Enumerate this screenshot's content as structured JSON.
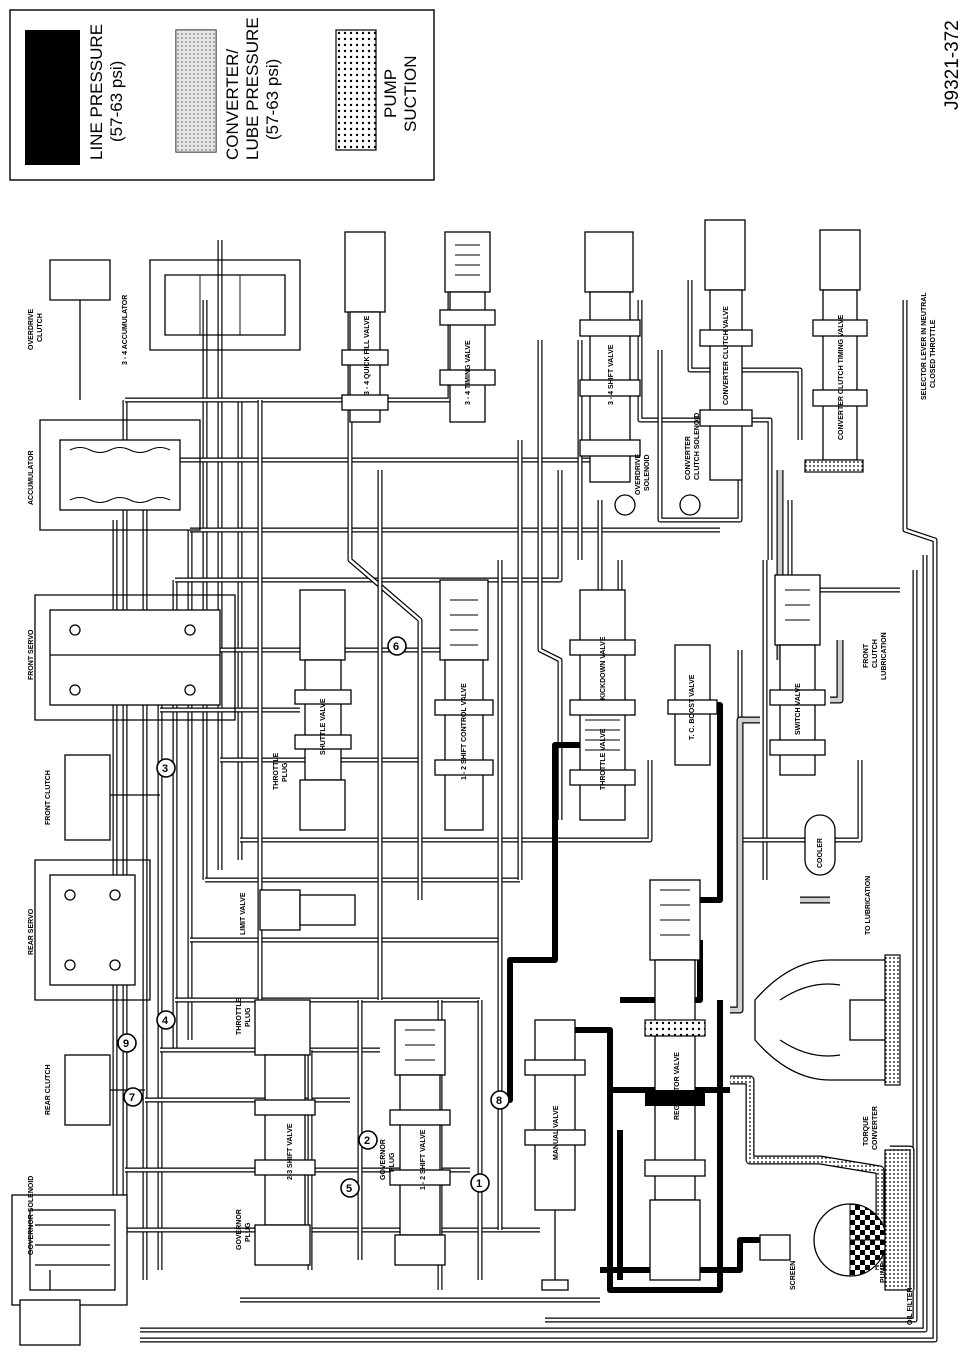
{
  "figure_id": "J9321-372",
  "legend": {
    "line_pressure": {
      "line1": "LINE PRESSURE",
      "line2": "(57-63 psi)",
      "color": "#000000"
    },
    "converter_lube": {
      "line1": "CONVERTER/",
      "line2": "LUBE PRESSURE",
      "line3": "(57-63 psi)",
      "color": "#cfcfcf"
    },
    "pump_suction": {
      "line1": "PUMP",
      "line2": "SUCTION",
      "pattern": "dots"
    }
  },
  "components": {
    "overdrive_clutch": {
      "line1": "OVERDRIVE",
      "line2": "CLUTCH"
    },
    "accumulator_34": "3 - 4 ACCUMULATOR",
    "accumulator": "ACCUMULATOR",
    "front_servo": "FRONT SERVO",
    "front_clutch": "FRONT CLUTCH",
    "rear_servo": "REAR SERVO",
    "rear_clutch": "REAR CLUTCH",
    "governor_solenoid": "GOVERNOR SOLENOID",
    "quick_fill_valve": "3 - 4 QUICK FILL VALVE",
    "timing_valve_34": "3 - 4 TIMING VALVE",
    "shift_valve_34": "3 - 4 SHIFT VALVE",
    "overdrive_solenoid": {
      "line1": "OVERDRIVE",
      "line2": "SOLENOID"
    },
    "converter_clutch_solenoid": {
      "line1": "CONVERTER",
      "line2": "CLUTCH SOLENOID"
    },
    "converter_clutch_valve": "CONVERTER CLUTCH VALVE",
    "converter_clutch_timing_valve": "CONVERTER CLUTCH TIMING VALVE",
    "selector_note": {
      "line1": "SELECTOR LEVER IN NEUTRAL",
      "line2": "CLOSED THROTTLE"
    },
    "shuttle_valve": "SHUTTLE VALVE",
    "throttle_plug_upper": {
      "line1": "THROTTLE",
      "line2": "PLUG"
    },
    "shift_control_valve_12": "1 - 2 SHIFT CONTROL VALVE",
    "kickdown_valve": "KICKDOWN VALVE",
    "throttle_valve": "THROTTLE VALVE",
    "boost_valve": "T. C. BOOST VALVE",
    "switch_valve": "SWITCH VALVE",
    "front_clutch_lubrication": {
      "line1": "FRONT",
      "line2": "CLUTCH",
      "line3": "LUBRICATION"
    },
    "cooler": "COOLER",
    "to_lubrication": "TO LUBRICATION",
    "limit_valve": "LIMIT VALVE",
    "throttle_plug_lower": {
      "line1": "THROTTLE",
      "line2": "PLUG"
    },
    "shift_valve_23": "2-3 SHIFT VALVE",
    "shift_valve_12": "1 - 2 SHIFT VALVE",
    "governor_plug_left": {
      "line1": "GOVERNOR",
      "line2": "PLUG"
    },
    "governor_plug_mid": {
      "line1": "GOVERNOR",
      "line2": "PLUG"
    },
    "manual_valve": "MANUAL VALVE",
    "regulator_valve": "REGULATOR VALVE",
    "torque_converter": {
      "line1": "TORQUE",
      "line2": "CONVERTER"
    },
    "screen": "SCREEN",
    "pump": "PUMP",
    "oil_filter": "OIL FILTER"
  },
  "check_balls": [
    "1",
    "2",
    "3",
    "4",
    "5",
    "6",
    "7",
    "8",
    "9"
  ]
}
